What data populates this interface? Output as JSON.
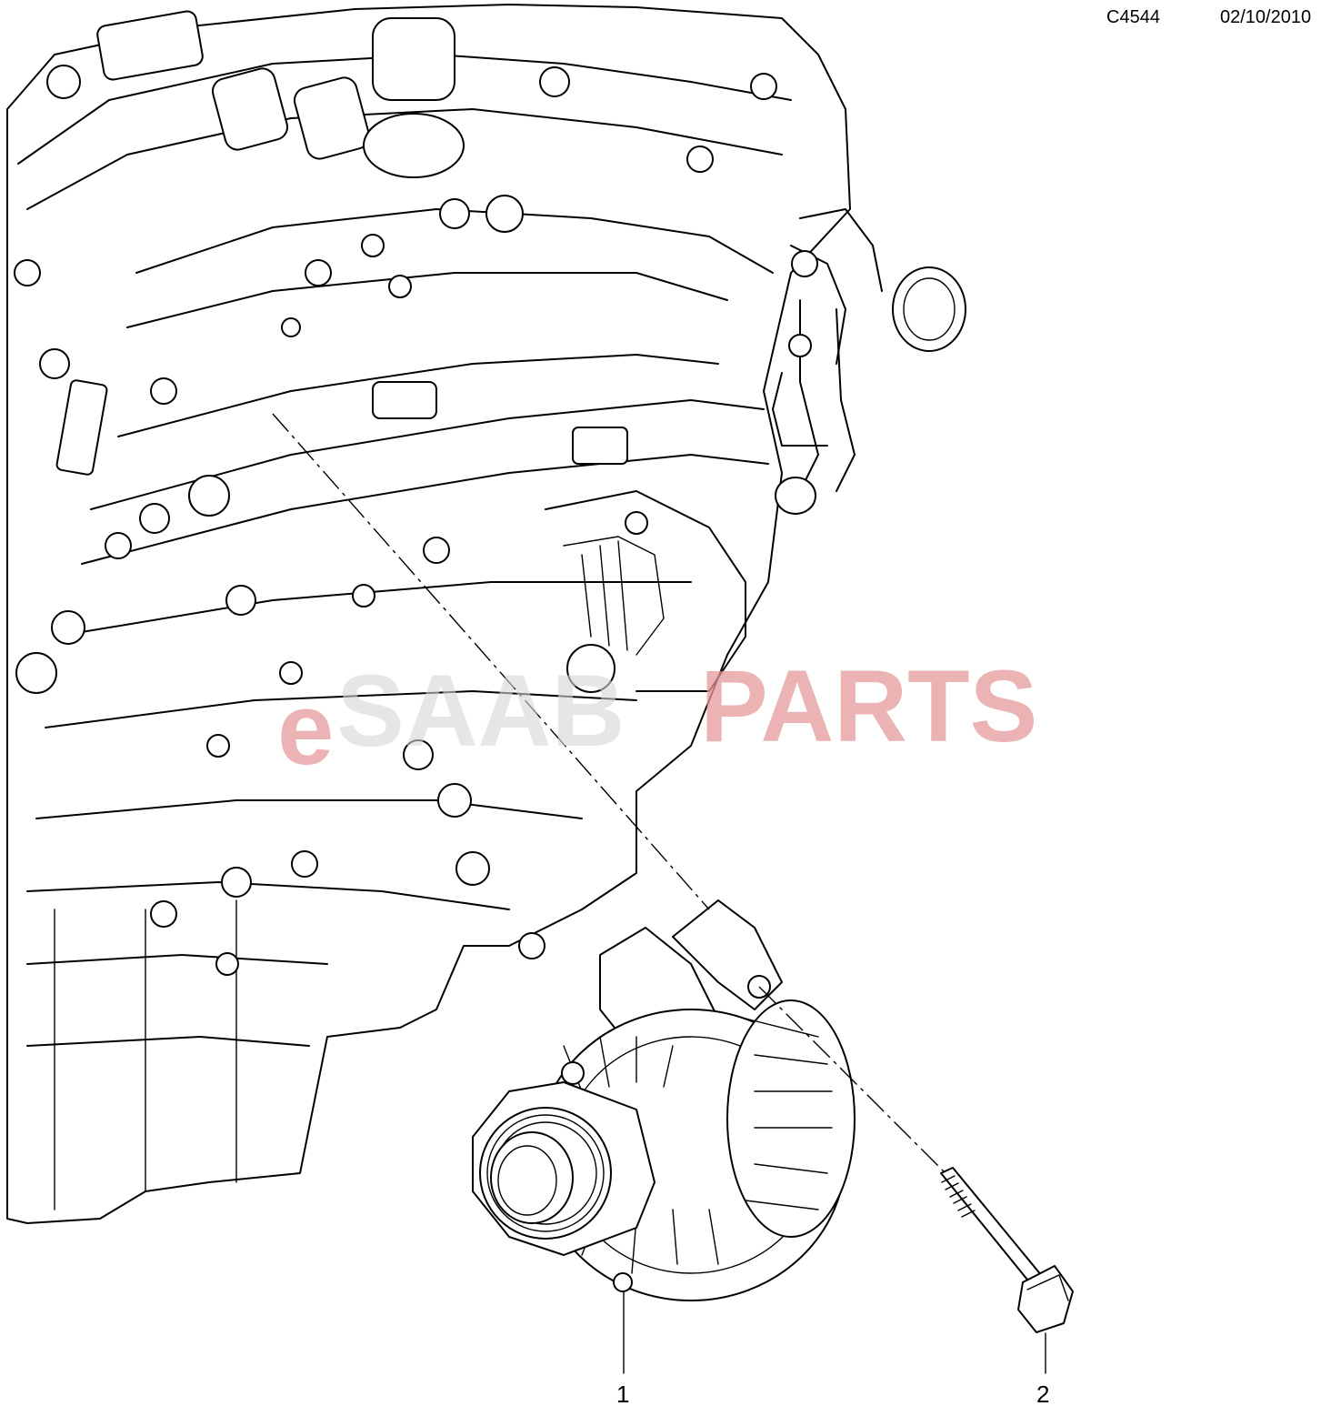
{
  "header": {
    "drawing_code": "C4544",
    "date": "02/10/2010"
  },
  "watermark": {
    "prefix": "e",
    "middle": "SAAB",
    "suffix": "PARTS",
    "color_accent": "#e59a9a"
  },
  "callouts": [
    {
      "id": "1",
      "label": "1"
    },
    {
      "id": "2",
      "label": "2"
    }
  ]
}
